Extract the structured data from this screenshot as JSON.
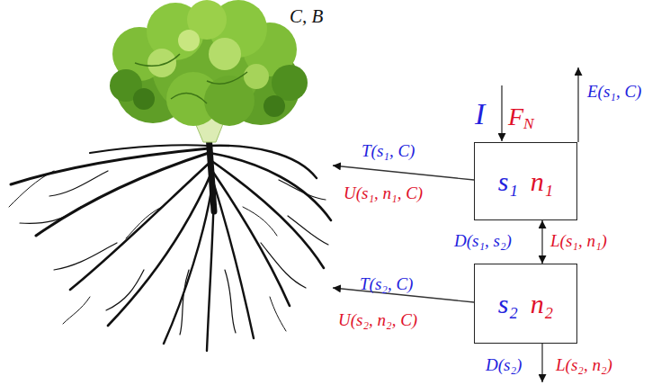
{
  "diagram": {
    "nodes": [
      {
        "text": [
          "C, B"
        ]
      },
      {
        "text": [
          "s₁",
          "n₁"
        ]
      },
      {
        "text": [
          "s₂",
          "n₂"
        ]
      }
    ],
    "edges": [
      {
        "from": 1,
        "to": 0,
        "arrow": "to"
      },
      {
        "from": 2,
        "to": 0,
        "arrow": "to"
      },
      {
        "from": 1,
        "to": 2,
        "arrow": "both"
      }
    ],
    "labels": [
      "I",
      "FN",
      "E(s₁, C)",
      "T(s₁, C)",
      "U(s₁, n₁, C)",
      "D(s₁, s₂)",
      "L(s₁, n₁)",
      "T(s₂, C)",
      "U(s₂, n₂, C)",
      "D(s₂)",
      "L(s₂, n₂)"
    ]
  }
}
